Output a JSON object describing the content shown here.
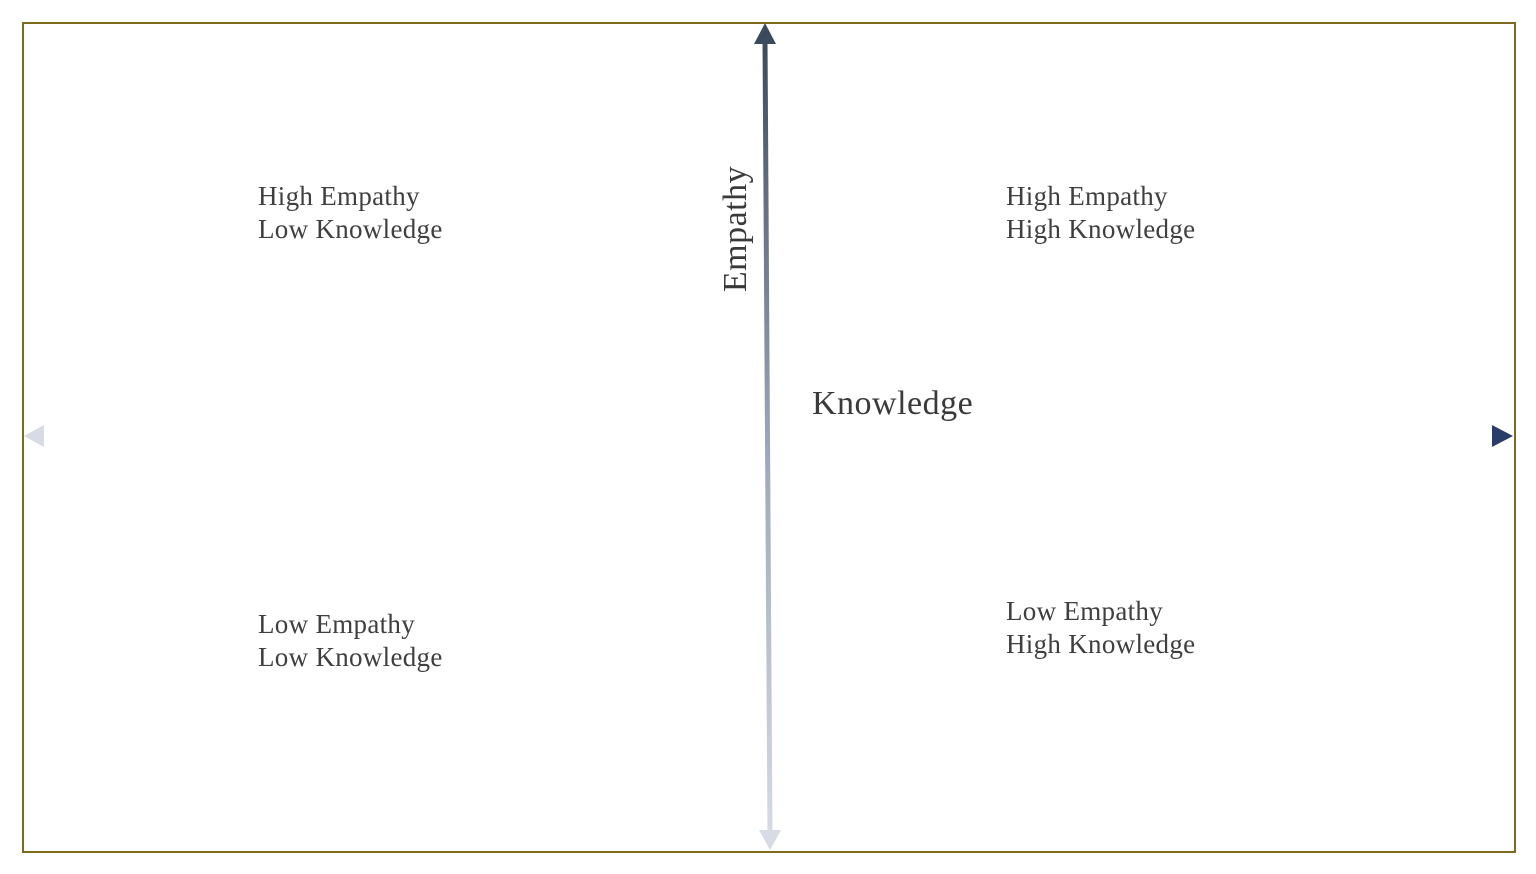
{
  "diagram": {
    "type": "quadrant",
    "frame_color": "#7d6a1a",
    "axes": {
      "y": {
        "label": "Empathy",
        "color_top": "#3c4a5e",
        "color_bottom": "#d6dbe4"
      },
      "x": {
        "label": "Knowledge",
        "color_left": "#d6dbe4",
        "color_right": "#2a3d6a"
      }
    },
    "quadrants": {
      "top_left": {
        "line1": "High Empathy",
        "line2": "Low Knowledge"
      },
      "top_right": {
        "line1": "High Empathy",
        "line2": "High Knowledge"
      },
      "bottom_left": {
        "line1": "Low Empathy",
        "line2": "Low Knowledge"
      },
      "bottom_right": {
        "line1": "Low Empathy",
        "line2": "High Knowledge"
      }
    }
  }
}
